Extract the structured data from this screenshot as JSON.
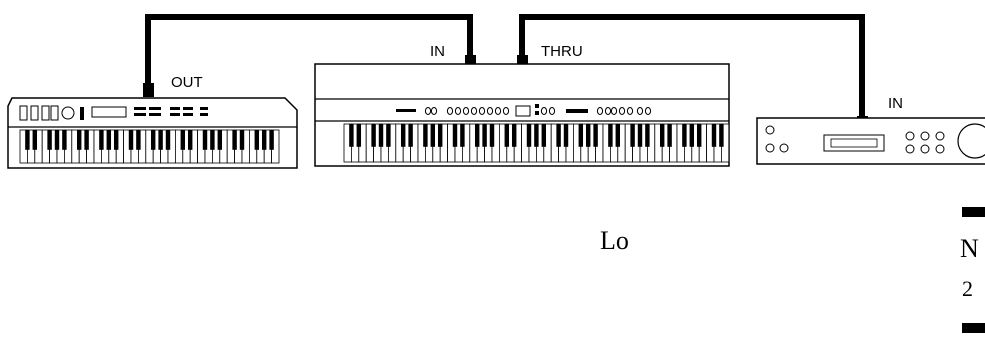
{
  "diagram": {
    "ports": {
      "out_label": "OUT",
      "in_label_center": "IN",
      "thru_label": "THRU",
      "in_label_right": "IN"
    },
    "devices": [
      {
        "name": "keyboard-left",
        "role": "controller keyboard"
      },
      {
        "name": "keyboard-center",
        "role": "stage piano"
      },
      {
        "name": "tone-module-right",
        "role": "sound module"
      }
    ],
    "connections": [
      {
        "from": "keyboard-left OUT",
        "to": "keyboard-center IN"
      },
      {
        "from": "keyboard-center THRU",
        "to": "tone-module-right IN"
      }
    ]
  },
  "page_text": {
    "center_fragment": "Lo",
    "right_fragment_1": "N",
    "right_fragment_2": "2"
  }
}
